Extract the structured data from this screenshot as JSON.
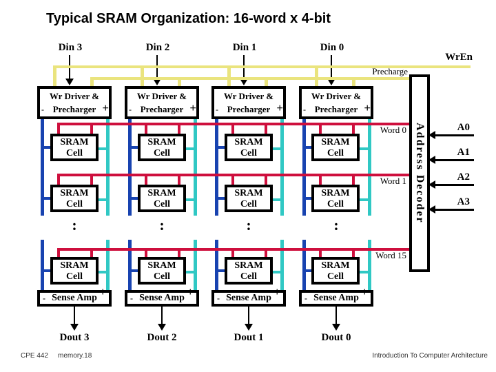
{
  "title": "Typical SRAM Organization: 16-word x 4-bit",
  "signals": {
    "wren": "WrEn",
    "precharge": "Precharge",
    "din": [
      "Din 3",
      "Din 2",
      "Din 1",
      "Din 0"
    ],
    "dout": [
      "Dout 3",
      "Dout 2",
      "Dout 1",
      "Dout 0"
    ],
    "words": [
      "Word 0",
      "Word 1",
      "Word 15"
    ],
    "address": [
      "A0",
      "A1",
      "A2",
      "A3"
    ]
  },
  "blocks": {
    "driver_line1": "Wr Driver &",
    "driver_line2": "Precharger",
    "driver_minus": "-",
    "driver_plus": "+",
    "cell_line1": "SRAM",
    "cell_line2": "Cell",
    "sense_label": "Sense Amp",
    "sense_minus": "-",
    "sense_plus": "+",
    "decoder": "Address Decoder",
    "ellipsis": ":"
  },
  "footer": {
    "course": "CPE 442",
    "page": "memory.18",
    "right": "Introduction To Computer Architecture"
  },
  "colors": {
    "bus_yellow": "#EAE47E",
    "word_red": "#CE0F3D",
    "bit_blue": "#1843B0",
    "bitbar_cyan": "#30C8C4",
    "ink": "#000000"
  }
}
